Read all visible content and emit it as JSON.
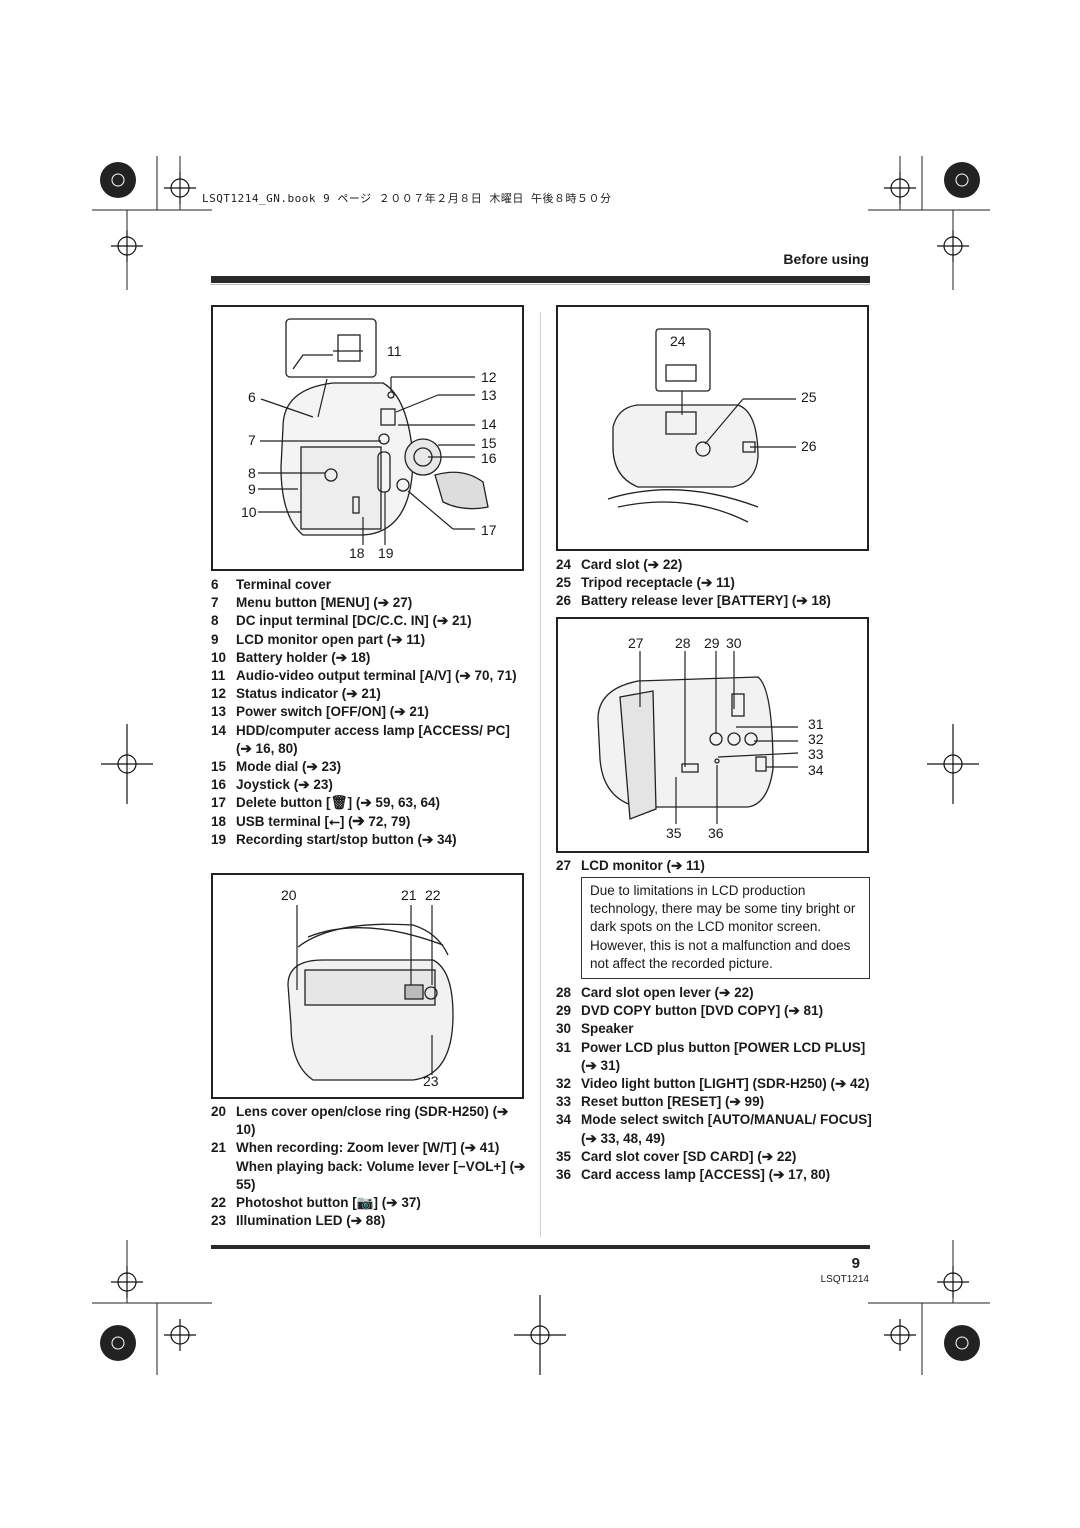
{
  "print_header": "LSQT1214_GN.book  9 ページ  ２００７年２月８日  木曜日  午後８時５０分",
  "section_title": "Before using",
  "figures": {
    "top_left": [
      "11",
      "12",
      "6",
      "13",
      "14",
      "7",
      "15",
      "16",
      "8",
      "9",
      "10",
      "17",
      "18",
      "19"
    ],
    "bottom_left": [
      "20",
      "21",
      "22",
      "23"
    ],
    "top_right": [
      "24",
      "25",
      "26"
    ],
    "mid_right": [
      "27",
      "28",
      "29",
      "30",
      "31",
      "32",
      "33",
      "34",
      "35",
      "36"
    ]
  },
  "left_items": [
    {
      "num": "6",
      "text": "Terminal cover"
    },
    {
      "num": "7",
      "text": "Menu button [MENU] (➔ 27)"
    },
    {
      "num": "8",
      "text": "DC input terminal [DC/C.C. IN] (➔ 21)"
    },
    {
      "num": "9",
      "text": "LCD monitor open part (➔ 11)"
    },
    {
      "num": "10",
      "text": "Battery holder (➔ 18)"
    },
    {
      "num": "11",
      "text": "Audio-video output terminal [A/V] (➔ 70, 71)"
    },
    {
      "num": "12",
      "text": "Status indicator (➔ 21)"
    },
    {
      "num": "13",
      "text": "Power switch [OFF/ON] (➔ 21)"
    },
    {
      "num": "14",
      "text": "HDD/computer access lamp [ACCESS/ PC] (➔ 16, 80)"
    },
    {
      "num": "15",
      "text": "Mode dial (➔ 23)"
    },
    {
      "num": "16",
      "text": "Joystick (➔ 23)"
    },
    {
      "num": "17",
      "text": "Delete button [🗑] (➔ 59, 63, 64)"
    },
    {
      "num": "18",
      "text": "USB terminal [⭠] (➔ 72, 79)"
    },
    {
      "num": "19",
      "text": "Recording start/stop button (➔ 34)"
    }
  ],
  "left_items_2": [
    {
      "num": "20",
      "text": "Lens cover open/close ring (SDR-H250) (➔ 10)"
    },
    {
      "num": "21",
      "text": "When recording: Zoom lever [W/T] (➔ 41) When playing back: Volume lever [−VOL+] (➔ 55)"
    },
    {
      "num": "22",
      "text": "Photoshot button [📷] (➔ 37)"
    },
    {
      "num": "23",
      "text": "Illumination LED (➔ 88)"
    }
  ],
  "right_items": [
    {
      "num": "24",
      "text": "Card slot (➔ 22)"
    },
    {
      "num": "25",
      "text": "Tripod receptacle (➔ 11)"
    },
    {
      "num": "26",
      "text": "Battery release lever [BATTERY] (➔ 18)"
    }
  ],
  "right_items_2": [
    {
      "num": "27",
      "text": "LCD monitor (➔ 11)"
    }
  ],
  "note": "Due to limitations in LCD production technology, there may be some tiny bright or dark spots on the LCD monitor screen. However, this is not a malfunction and does not affect the recorded picture.",
  "right_items_3": [
    {
      "num": "28",
      "text": "Card slot open lever (➔ 22)"
    },
    {
      "num": "29",
      "text": "DVD COPY button [DVD COPY] (➔ 81)"
    },
    {
      "num": "30",
      "text": "Speaker"
    },
    {
      "num": "31",
      "text": "Power LCD plus button [POWER LCD PLUS] (➔ 31)"
    },
    {
      "num": "32",
      "text": "Video light button [LIGHT] (SDR-H250) (➔ 42)"
    },
    {
      "num": "33",
      "text": "Reset button [RESET] (➔ 99)"
    },
    {
      "num": "34",
      "text": "Mode select switch [AUTO/MANUAL/ FOCUS] (➔ 33, 48, 49)"
    },
    {
      "num": "35",
      "text": "Card slot cover [SD CARD] (➔ 22)"
    },
    {
      "num": "36",
      "text": "Card access lamp [ACCESS] (➔ 17, 80)"
    }
  ],
  "page_number": "9",
  "doc_code": "LSQT1214"
}
